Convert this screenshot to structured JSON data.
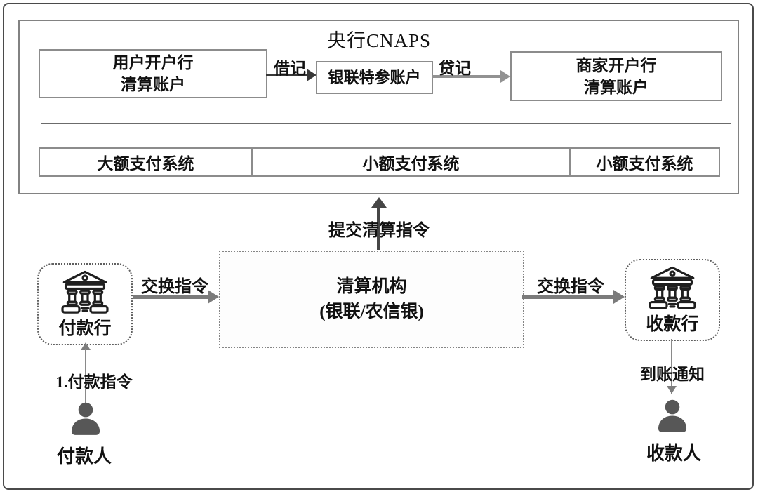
{
  "cnaps": {
    "title": "央行CNAPS",
    "user_bank": {
      "line1": "用户开户行",
      "line2": "清算账户"
    },
    "debit_label": "借记",
    "unionpay_account": "银联特参账户",
    "credit_label": "贷记",
    "merchant_bank": {
      "line1": "商家开户行",
      "line2": "清算账户"
    },
    "systems": [
      "大额支付系统",
      "小额支付系统",
      "小额支付系统"
    ]
  },
  "clearing": {
    "submit_label": "提交清算指令",
    "institution_line1": "清算机构",
    "institution_line2": "(银联/农信银)",
    "exchange_left_label": "交换指令",
    "exchange_right_label": "交换指令",
    "paying_bank_label": "付款行",
    "receiving_bank_label": "收款行"
  },
  "participants": {
    "payment_instruction_label": "1.付款指令",
    "payer_label": "付款人",
    "arrival_notice_label": "到账通知",
    "payee_label": "收款人"
  },
  "colors": {
    "frame_border": "#4a4a4a",
    "box_border": "#8c8c8c",
    "cnaps_border": "#828282",
    "arrow_dark": "#383838",
    "arrow_gray": "#929292",
    "arrow_mid": "#7b7b7b",
    "thin_arrow": "#8a8a8a",
    "bank_icon": "#1f1f1f",
    "person_icon": "#575757",
    "text": "#111111",
    "background": "#ffffff"
  }
}
